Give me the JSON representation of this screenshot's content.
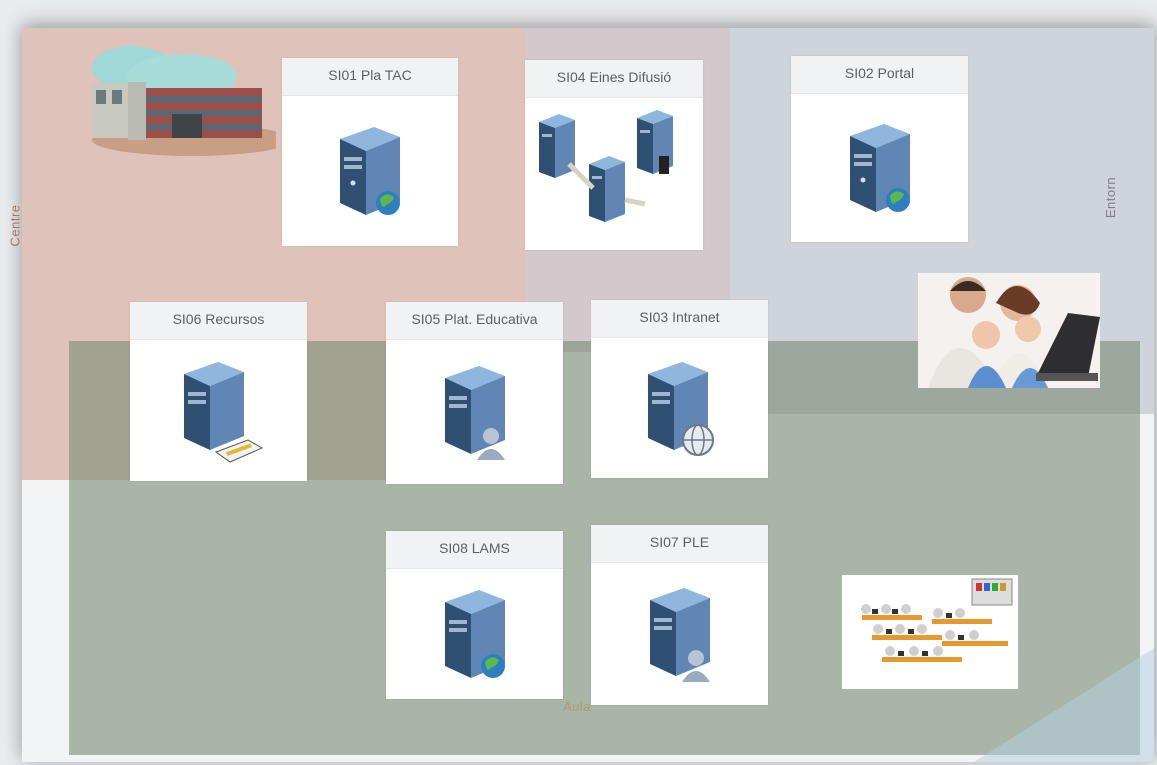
{
  "regions": {
    "centre": "Centre",
    "entorn": "Entorn",
    "aula": "Aula"
  },
  "systems": [
    {
      "id": "si01",
      "title": "SI01 Pla TAC",
      "icon": "server-web-icon"
    },
    {
      "id": "si04",
      "title": "SI04 Eines Difusió",
      "icon": "server-cluster-icon"
    },
    {
      "id": "si02",
      "title": "SI02 Portal",
      "icon": "server-web-icon"
    },
    {
      "id": "si06",
      "title": "SI06 Recursos",
      "icon": "server-storage-icon"
    },
    {
      "id": "si05",
      "title": "SI05 Plat. Educativa",
      "icon": "server-user-icon"
    },
    {
      "id": "si03",
      "title": "SI03 Intranet",
      "icon": "server-globe-icon"
    },
    {
      "id": "si08",
      "title": "SI08 LAMS",
      "icon": "server-web-icon"
    },
    {
      "id": "si07",
      "title": "SI07 PLE",
      "icon": "server-user-icon"
    }
  ],
  "images": {
    "school": "school-building-image",
    "family": "family-computer-photo",
    "classroom": "classroom-image"
  },
  "colors": {
    "centre": "#dfc2b9",
    "entorn": "#cfd3da",
    "aula": "#7c8e78",
    "server": "#5f86b4"
  }
}
